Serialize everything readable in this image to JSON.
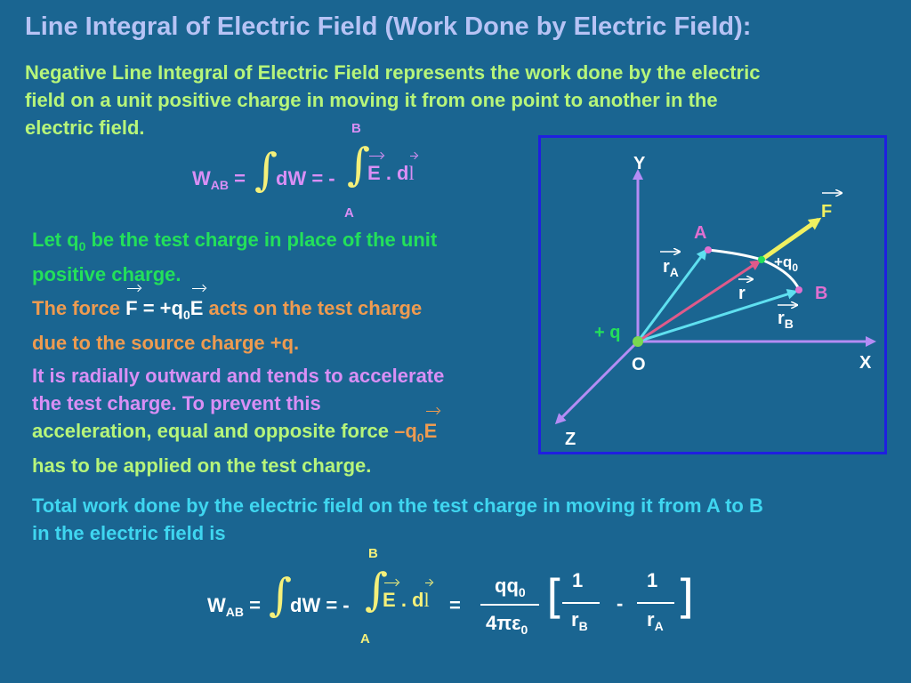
{
  "title": "Line Integral of Electric Field (Work Done by Electric Field):",
  "intro": {
    "line1": "Negative Line Integral of Electric Field represents the work done by the electric",
    "line2": "field on a unit positive charge in moving it from one point to another in the",
    "line3": "electric field."
  },
  "eq1": {
    "w": "W",
    "w_sub": "AB",
    "eq": "=",
    "dw": "dW = -",
    "upper": "B",
    "lower": "A",
    "e": "E",
    "dot_dl": ". d",
    "l": "l"
  },
  "para_test_charge": {
    "line1_pre": "Let q",
    "line1_sub": "0",
    "line1_post": " be the test charge in place of the unit",
    "line2": "positive charge."
  },
  "para_force": {
    "pre": "The force ",
    "f": "F",
    "mid": " = +q",
    "sub": "0",
    "e": "E",
    "post": " acts on the test  charge",
    "line2": "due to the source charge +q."
  },
  "para_radial": {
    "line1": "It is radially outward and tends to accelerate",
    "line2": "the test charge.  To prevent this",
    "line3_pre": "acceleration, equal and opposite force ",
    "line3_q": "–q",
    "line3_sub": "0",
    "line3_e": "E",
    "line4": "has to be applied on the test charge."
  },
  "para_total": {
    "line1": "Total work done by the electric field on the test charge in moving it from A to B",
    "line2": "in the electric field is"
  },
  "eq2": {
    "w": "W",
    "w_sub": "AB",
    "eq": "=",
    "dw": "dW = -",
    "upper": "B",
    "lower": "A",
    "e": "E",
    "dot_dl": ". d",
    "l": "l",
    "equals": "=",
    "num": "qq",
    "num_sub": "0",
    "den": "4πε",
    "den_sub": "0",
    "one_a": "1",
    "rb": "r",
    "rb_sub": "B",
    "minus": "-",
    "one_b": "1",
    "ra": "r",
    "ra_sub": "A",
    "lbracket": "[",
    "rbracket": "]"
  },
  "diagram": {
    "y": "Y",
    "x": "X",
    "z": "Z",
    "o": "O",
    "plus_q": "+ q",
    "a": "A",
    "b": "B",
    "f": "F",
    "q0": "+q",
    "q0_sub": "0",
    "r": "r",
    "ra": "r",
    "ra_sub": "A",
    "rb": "r",
    "rb_sub": "B"
  },
  "colors": {
    "background": "#1a6591",
    "title": "#b7c3f5",
    "intro": "#b7f57a",
    "green": "#23e05a",
    "orange": "#ee9b50",
    "violet": "#d98ff5",
    "cyan": "#3fd6f0",
    "axis": "#b58cf5",
    "box_border": "#1f1fe0"
  }
}
